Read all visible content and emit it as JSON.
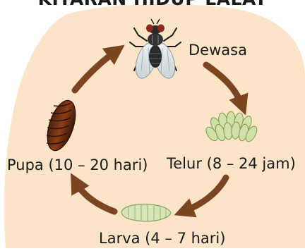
{
  "title": "KITARAN HIDUP LALAT",
  "stages": {
    "adult": "Dewasa",
    "egg": "Telur (8 – 24 jam)",
    "larva": "Larva (4 – 7 hari)",
    "pupa": "Pupa (10 – 20 hari)"
  },
  "colors": {
    "background_blob": "#fbe4c8",
    "arrow": "#7a4520",
    "text": "#1a1a1a"
  },
  "icons": [
    "fly-icon",
    "eggs-icon",
    "larva-icon",
    "pupa-icon"
  ]
}
